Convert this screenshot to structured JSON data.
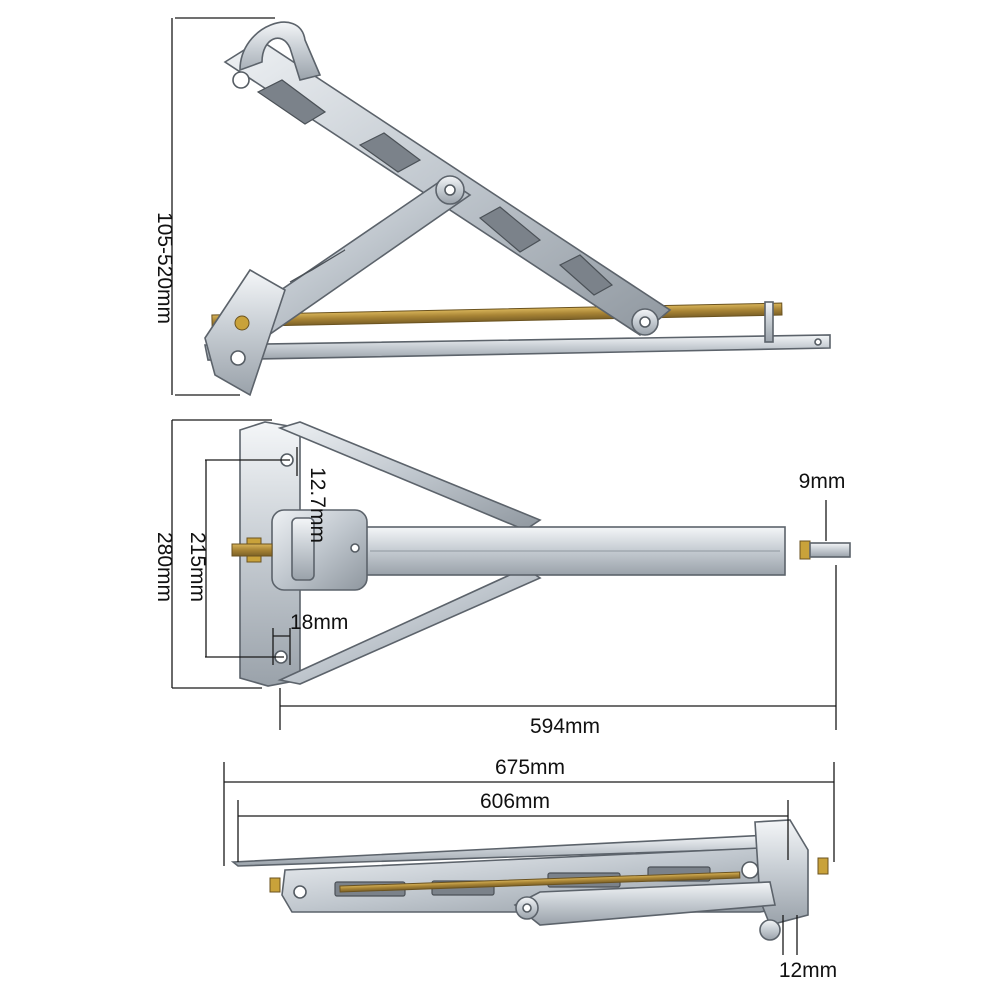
{
  "views": {
    "side": {
      "height_range_label": "105-520mm"
    },
    "top": {
      "overall_width_label": "280mm",
      "hole_spacing_label": "215mm",
      "slot_width_label": "12.7mm",
      "edge_offset_label": "18mm",
      "shaft_diameter_label": "9mm",
      "length_label": "594mm"
    },
    "folded": {
      "total_length_label": "675mm",
      "body_length_label": "606mm",
      "end_thickness_label": "12mm"
    }
  }
}
